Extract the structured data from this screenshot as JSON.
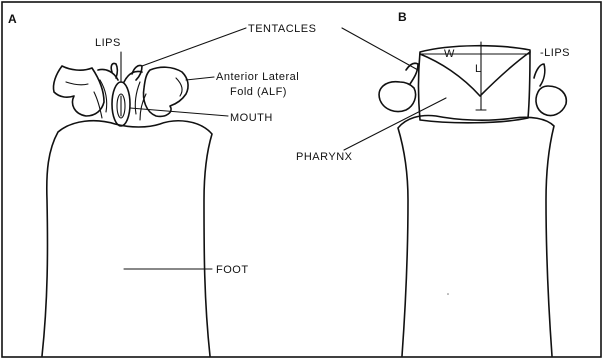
{
  "panels": {
    "a": {
      "letter": "A"
    },
    "b": {
      "letter": "B"
    }
  },
  "labels": {
    "tentacles": "TENTACLES",
    "lips_a": "LIPS",
    "lips_b": "-LIPS",
    "alf_line1": "Anterior  Lateral",
    "alf_line2": "Fold (ALF)",
    "mouth": "MOUTH",
    "pharynx": "PHARYNX",
    "foot": "FOOT",
    "w": "W",
    "l": "L"
  }
}
